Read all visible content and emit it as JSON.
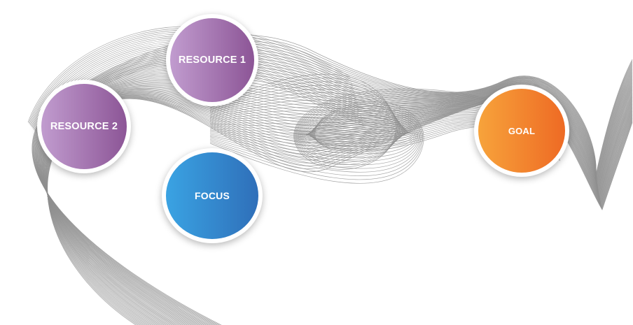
{
  "nodes": {
    "resource_1": {
      "label": "RESOURCE 1",
      "color_start": "#c19ccf",
      "color_end": "#8c5596"
    },
    "resource_2": {
      "label": "RESOURCE 2",
      "color_start": "#c19ccf",
      "color_end": "#8c5596"
    },
    "focus": {
      "label": "FOCUS",
      "color_start": "#3aa3e3",
      "color_end": "#2f6fb9"
    },
    "goal": {
      "label": "GOAL",
      "color_start": "#f7a33b",
      "color_end": "#ee6a24"
    }
  },
  "wave": {
    "line_color": "#8f8f8f"
  }
}
